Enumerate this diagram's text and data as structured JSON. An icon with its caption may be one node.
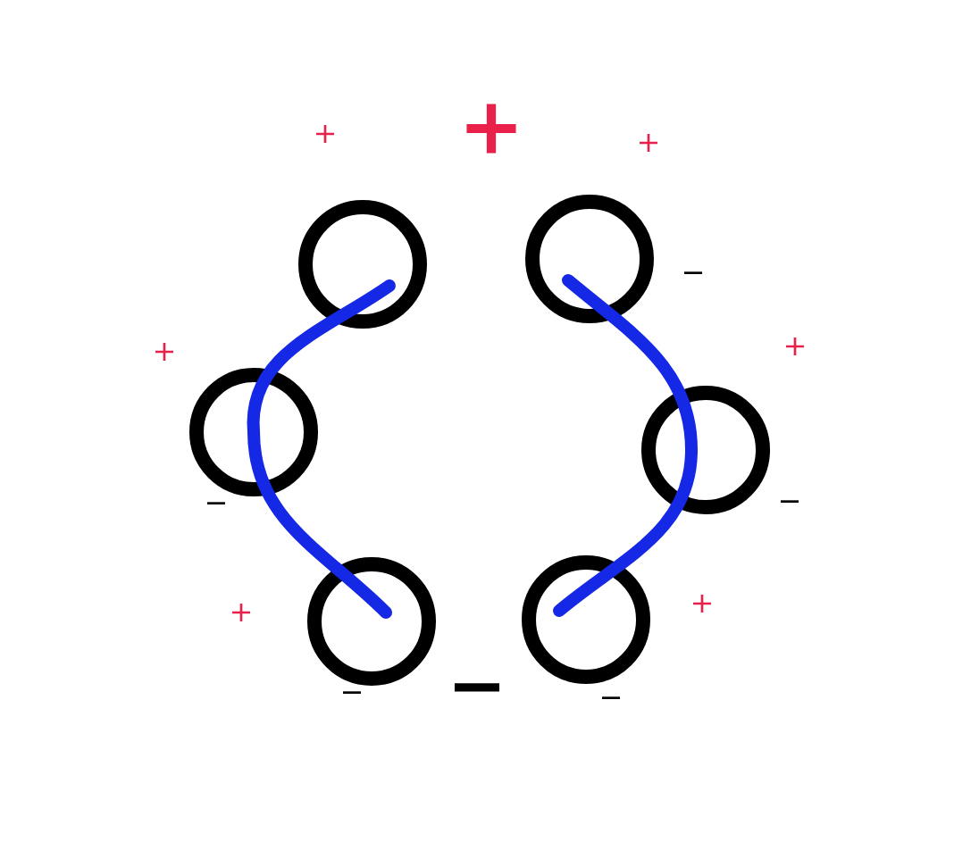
{
  "diagram": {
    "nodes": [
      {
        "text": [],
        "shape": "circle"
      },
      {
        "text": [],
        "shape": "circle"
      },
      {
        "text": [],
        "shape": "circle"
      },
      {
        "text": [],
        "shape": "circle"
      },
      {
        "text": [],
        "shape": "circle"
      },
      {
        "text": [],
        "shape": "circle"
      }
    ],
    "edges": [
      {
        "from": 0,
        "to": 2,
        "arrow": "none"
      },
      {
        "from": 2,
        "to": 4,
        "arrow": "none"
      },
      {
        "from": 1,
        "to": 3,
        "arrow": "none"
      },
      {
        "from": 3,
        "to": 5,
        "arrow": "none"
      }
    ],
    "labels": [
      "+",
      "+",
      "+",
      "−",
      "+",
      "+",
      "−",
      "−",
      "+",
      "+",
      "−",
      "−",
      "−"
    ]
  }
}
